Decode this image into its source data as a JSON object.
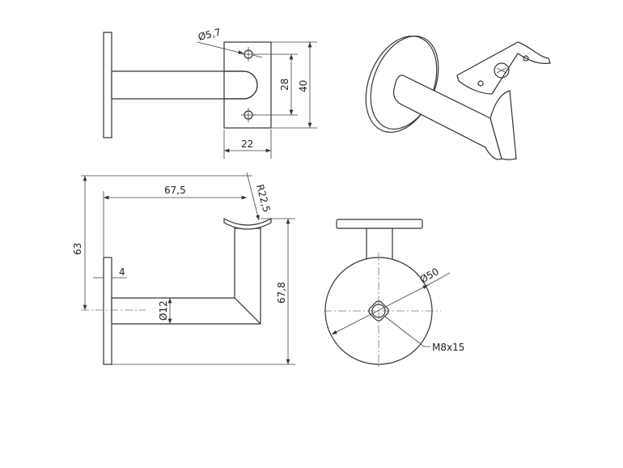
{
  "drawing": {
    "top_view": {
      "hole_diameter": "Ø5,7",
      "hole_spacing": "28",
      "plate_height": "40",
      "plate_width": "22"
    },
    "front_view": {
      "length": "67,5",
      "radius": "R22,5",
      "height_center": "63",
      "plate_thickness": "4",
      "tube_diameter": "Ø12",
      "total_height": "67,8"
    },
    "side_view": {
      "disc_diameter": "Ø50",
      "thread": "M8x15"
    }
  }
}
